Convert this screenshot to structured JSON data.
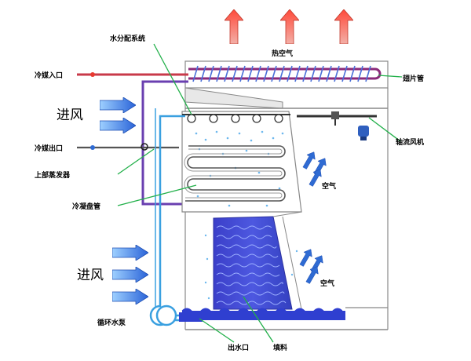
{
  "labels": {
    "water_distributor": "水分配系统",
    "hot_air_top": "热空气",
    "fin_tube": "翅片管",
    "refrigerant_inlet": "冷媒入口",
    "refrigerant_outlet": "冷媒出口",
    "air_in_top": "进风",
    "air_in_bottom": "进风",
    "upper_evaporator": "上部蒸发器",
    "condenser_coil": "冷凝盘管",
    "axial_fan": "轴流风机",
    "air_mid": "空气",
    "air_low": "空气",
    "circ_pump": "循环水泵",
    "water_outlet": "出水口",
    "fill": "填料"
  },
  "colors": {
    "hot_arrow": "#e8392f",
    "air_arrow": "#2f6bd3",
    "refrigerant_pipe": "#8b2a7a",
    "water_pipe": "#3aa0e0",
    "fill_blue": "#3b3fc9",
    "fin_blue": "#4a6fd8",
    "green_leader": "#22b04a"
  }
}
